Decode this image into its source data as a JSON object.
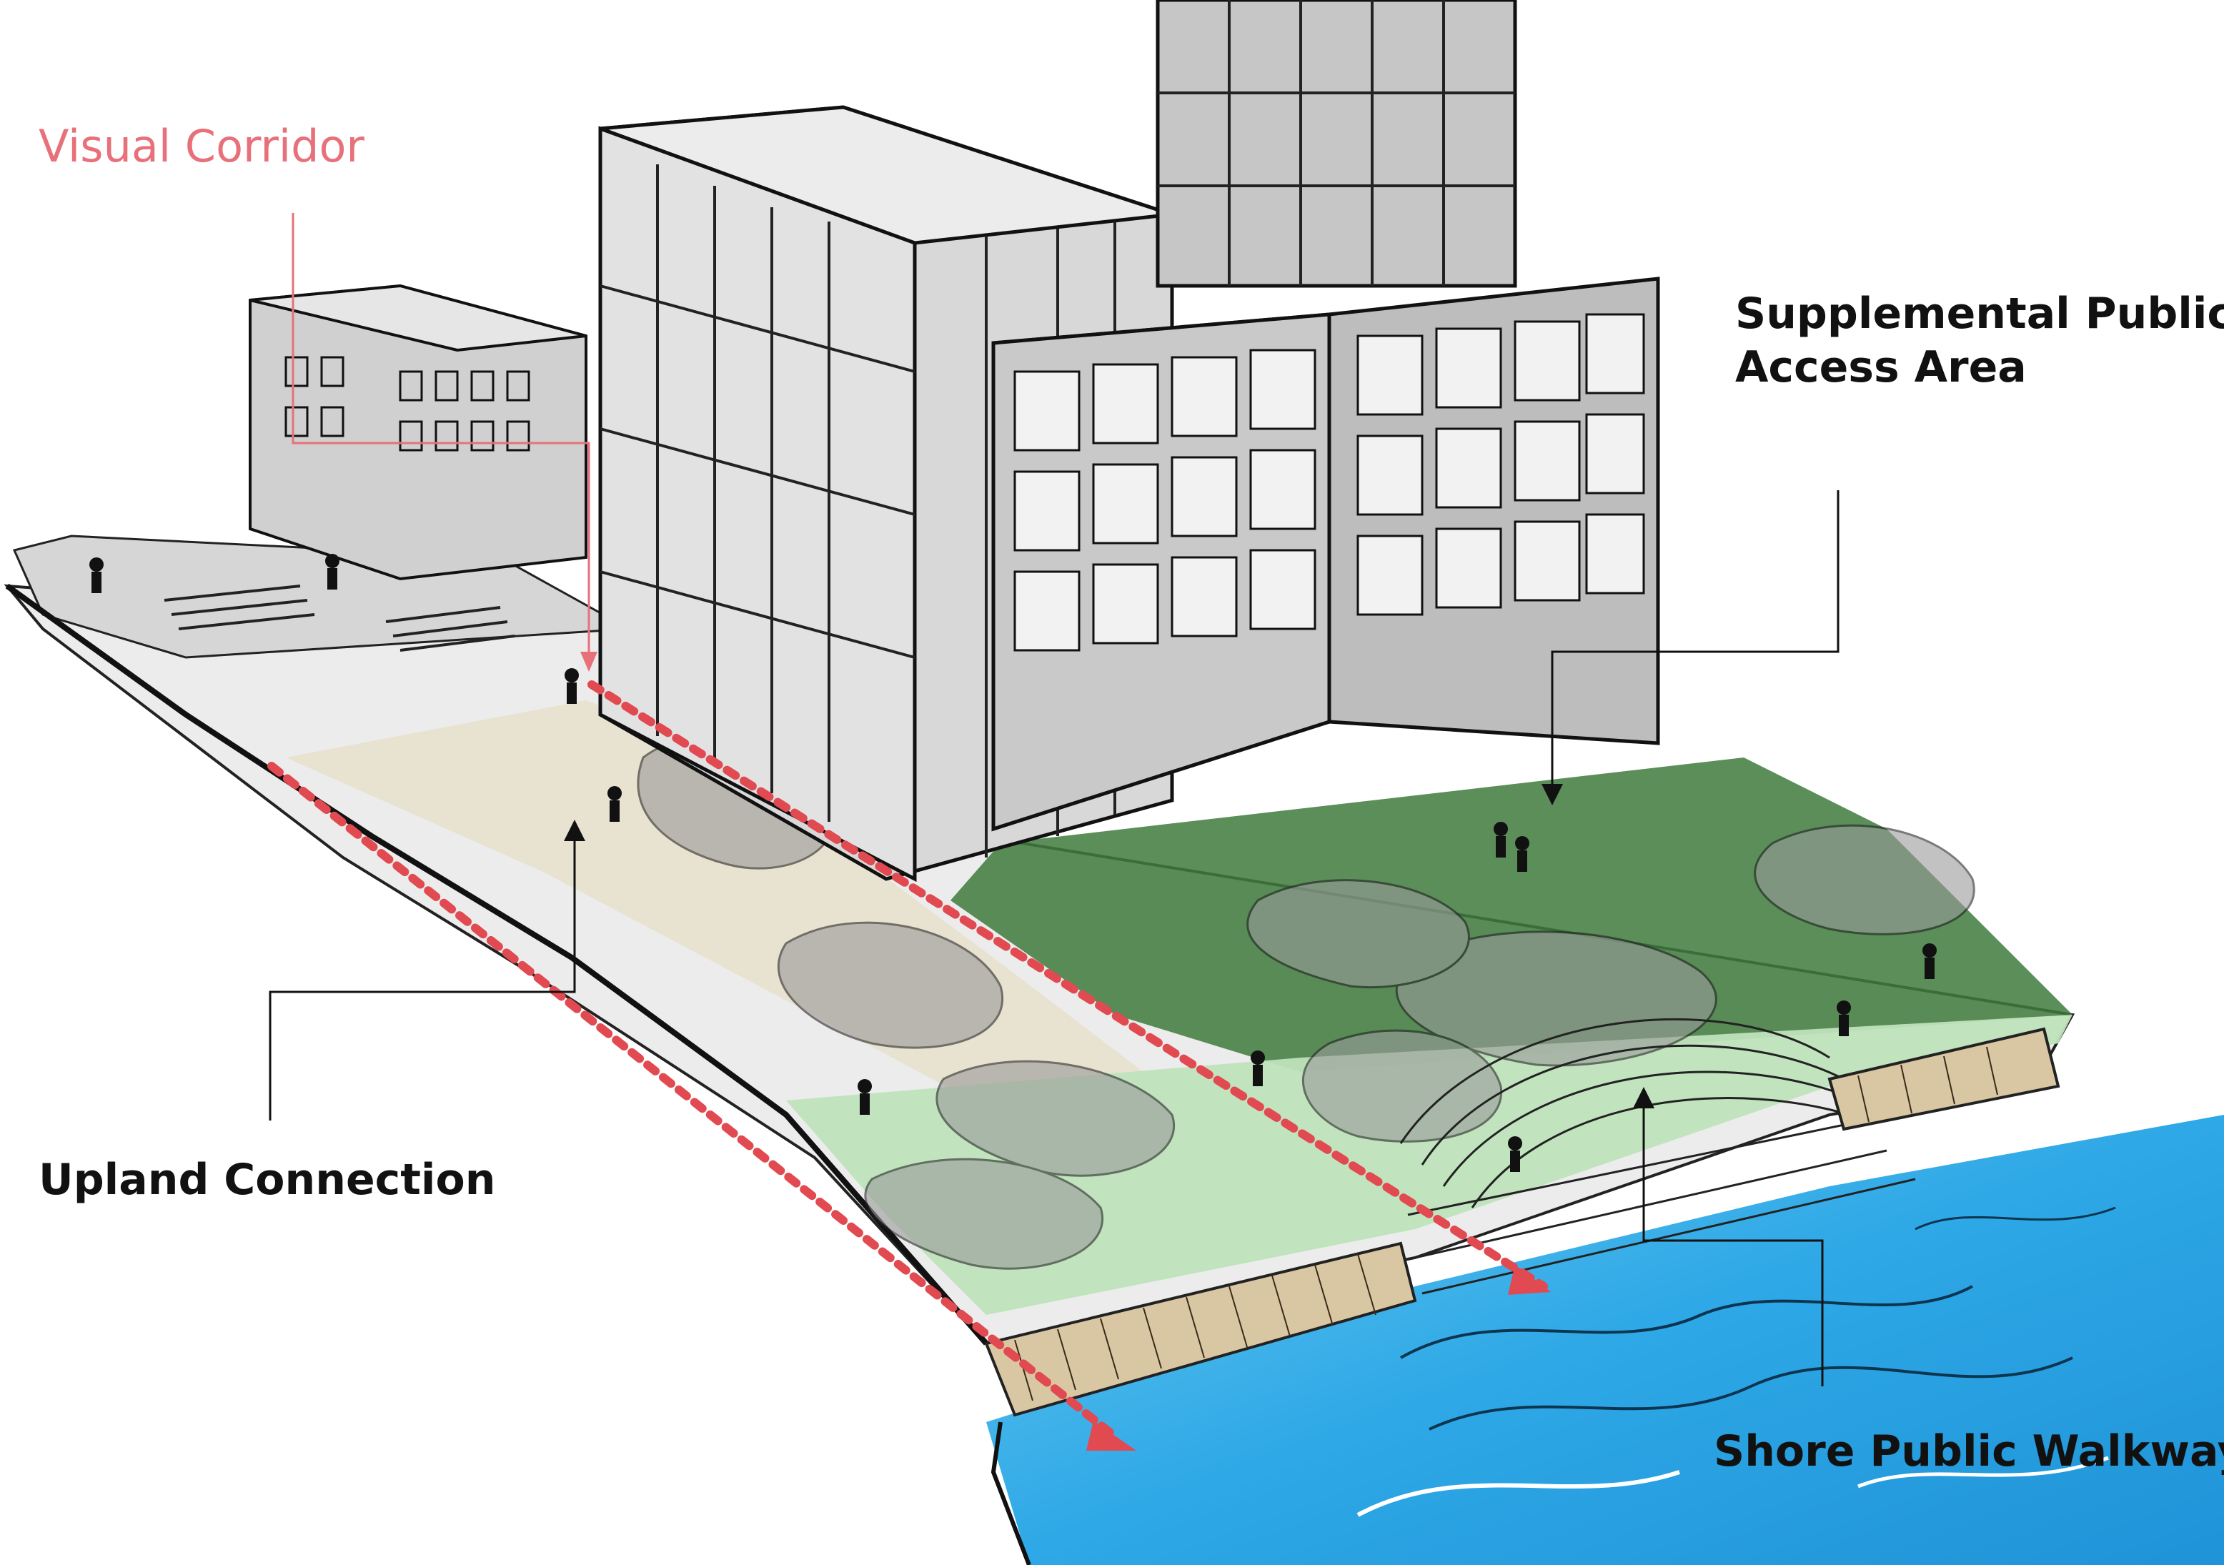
{
  "labels": {
    "visual_corridor": "Visual Corridor",
    "supplemental_line1": "Supplemental Public",
    "supplemental_line2": "Access Area",
    "upland_connection": "Upland Connection",
    "shore_walkway": "Shore Public Walkway"
  },
  "colors": {
    "visual_corridor": "#e8707a",
    "corridor_dots": "#e04a50",
    "supplemental_area": "#3e7a3c",
    "shore_walkway": "#bfe3bc",
    "upland_path": "#e8e2cf",
    "water": "#2ea8e6",
    "leader": "#111111"
  }
}
